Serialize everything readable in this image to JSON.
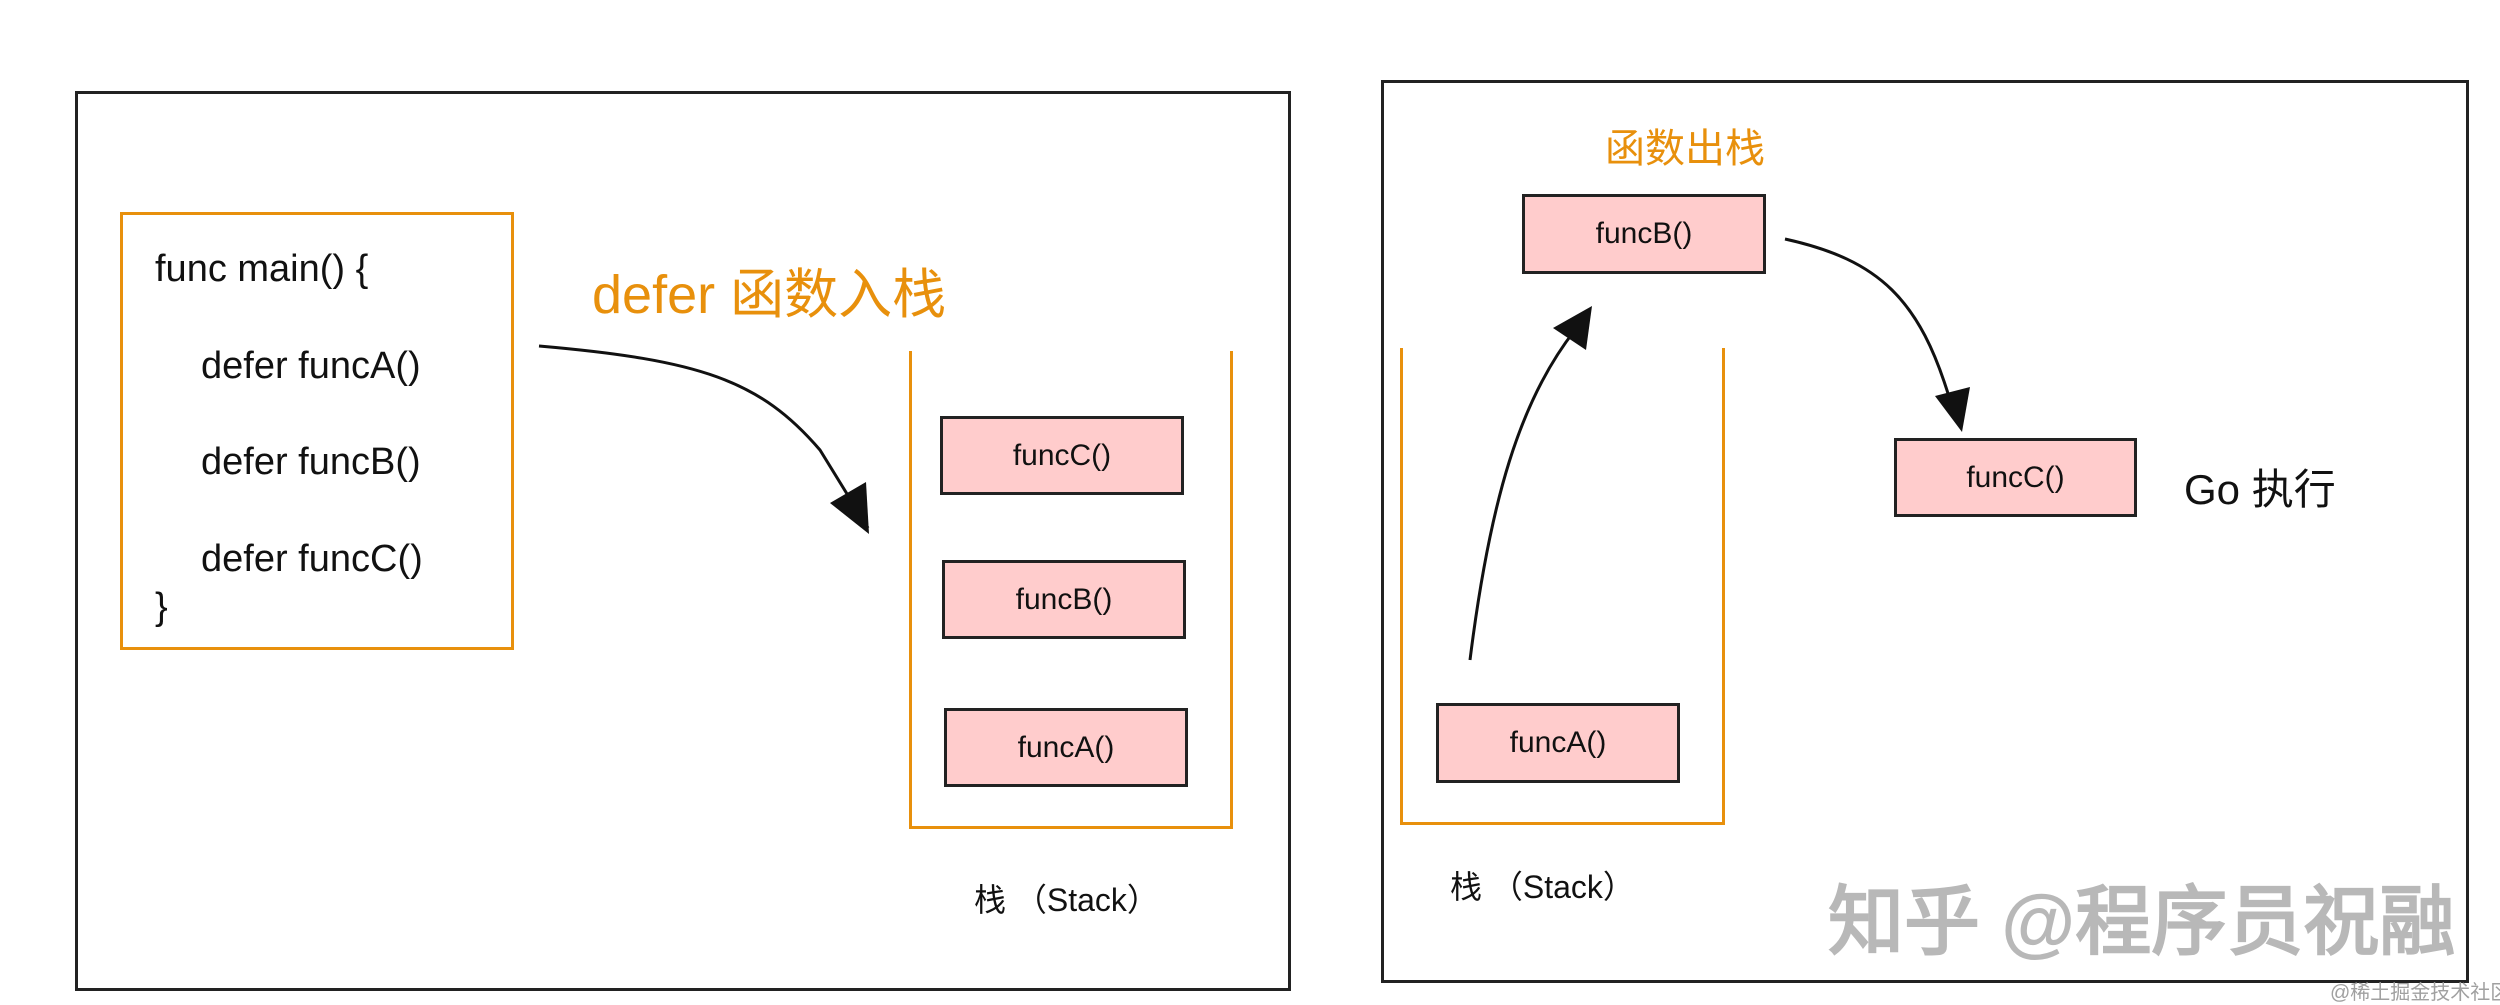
{
  "left_panel": {
    "code_lines": [
      "func main() {",
      "defer funcA()",
      "defer funcB()",
      "defer funcC()",
      "}"
    ],
    "title": "defer 函数入栈",
    "stack_items": [
      "funcC()",
      "funcB()",
      "funcA()"
    ],
    "stack_label": "栈 （Stack）"
  },
  "right_panel": {
    "title": "函数出栈",
    "popped_item": "funcB()",
    "stack_items": [
      "funcA()"
    ],
    "stack_label": "栈 （Stack）",
    "executing_item": "funcC()",
    "executing_label": "Go 执行"
  },
  "watermarks": {
    "main": "知乎 @程序员祝融",
    "corner": "@稀土掘金技术社区"
  },
  "colors": {
    "accent": "#e8900c",
    "box_fill": "#ffcccc",
    "border": "#222222"
  }
}
